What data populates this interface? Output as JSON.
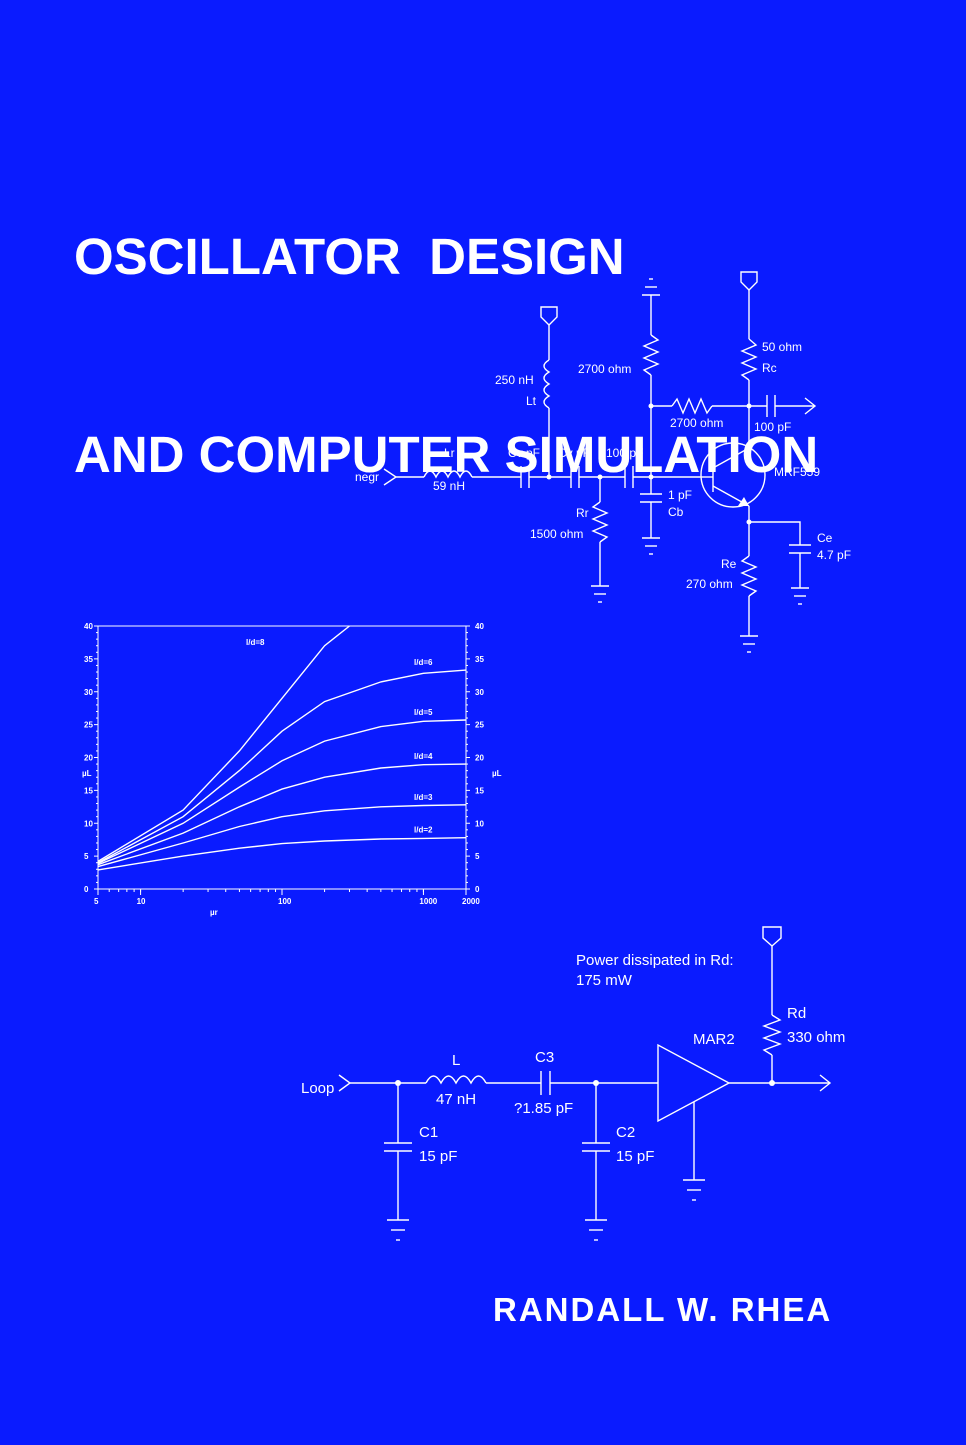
{
  "cover": {
    "title_line1": "OSCILLATOR  DESIGN",
    "title_line2": "AND COMPUTER SIMULATION",
    "author": "RANDALL W. RHEA"
  },
  "colors": {
    "background": "#0a1bff",
    "ink": "#ffffff"
  },
  "schematic_top": {
    "input": "negr",
    "lr_name": "Lr",
    "lr_value": "59 nH",
    "lt_value": "250 nH",
    "lt_name": "Lt",
    "cv1": "Cv pF",
    "cv2": "Cv pF",
    "c100a": "100 pF",
    "rr_name": "Rr",
    "rr_value": "1500 ohm",
    "rb_value": "2700 ohm",
    "rf_value": "2700 ohm",
    "cb_value": "1 pF",
    "cb_name": "Cb",
    "rc_value": "50 ohm",
    "rc_name": "Rc",
    "c100b": "100 pF",
    "transistor": "MRF559",
    "re_name": "Re",
    "re_value": "270 ohm",
    "ce_name": "Ce",
    "ce_value": "4.7 pF"
  },
  "schematic_bottom": {
    "power_note_1": "Power dissipated in Rd:",
    "power_note_2": "175 mW",
    "input": "Loop",
    "l_name": "L",
    "l_value": "47 nH",
    "c3_name": "C3",
    "c3_value": "?1.85 pF",
    "c1_name": "C1",
    "c1_value": "15 pF",
    "c2_name": "C2",
    "c2_value": "15 pF",
    "amp": "MAR2",
    "rd_name": "Rd",
    "rd_value": "330 ohm"
  },
  "chart_data": {
    "type": "line",
    "xscale": "log",
    "xlim": [
      5,
      2000
    ],
    "ylim": [
      0,
      40
    ],
    "x_ticks": [
      "5",
      "10",
      "100",
      "1000",
      "2000"
    ],
    "y_ticks": [
      "0",
      "5",
      "10",
      "15",
      "20",
      "25",
      "30",
      "35",
      "40"
    ],
    "xlabel": "µr",
    "ylabel": "µL",
    "series": [
      {
        "name": "l/d=8",
        "x": [
          5,
          20,
          50,
          100,
          200,
          300
        ],
        "y": [
          4.2,
          12,
          21,
          29,
          37,
          40
        ]
      },
      {
        "name": "l/d=6",
        "x": [
          5,
          20,
          50,
          100,
          200,
          500,
          1000,
          2000
        ],
        "y": [
          4,
          11,
          18,
          24,
          28.5,
          31.5,
          32.8,
          33.3
        ]
      },
      {
        "name": "l/d=5",
        "x": [
          5,
          20,
          50,
          100,
          200,
          500,
          1000,
          2000
        ],
        "y": [
          3.9,
          10,
          15.5,
          19.5,
          22.5,
          24.7,
          25.5,
          25.7
        ]
      },
      {
        "name": "l/d=4",
        "x": [
          5,
          20,
          50,
          100,
          200,
          500,
          1000,
          2000
        ],
        "y": [
          3.7,
          8.5,
          12.5,
          15.2,
          17,
          18.4,
          18.9,
          19
        ]
      },
      {
        "name": "l/d=3",
        "x": [
          5,
          20,
          50,
          100,
          200,
          500,
          1000,
          2000
        ],
        "y": [
          3.4,
          7,
          9.5,
          11,
          11.9,
          12.5,
          12.7,
          12.8
        ]
      },
      {
        "name": "l/d=2",
        "x": [
          5,
          20,
          50,
          100,
          200,
          500,
          1000,
          2000
        ],
        "y": [
          2.9,
          5,
          6.2,
          6.9,
          7.3,
          7.6,
          7.7,
          7.8
        ]
      }
    ]
  }
}
